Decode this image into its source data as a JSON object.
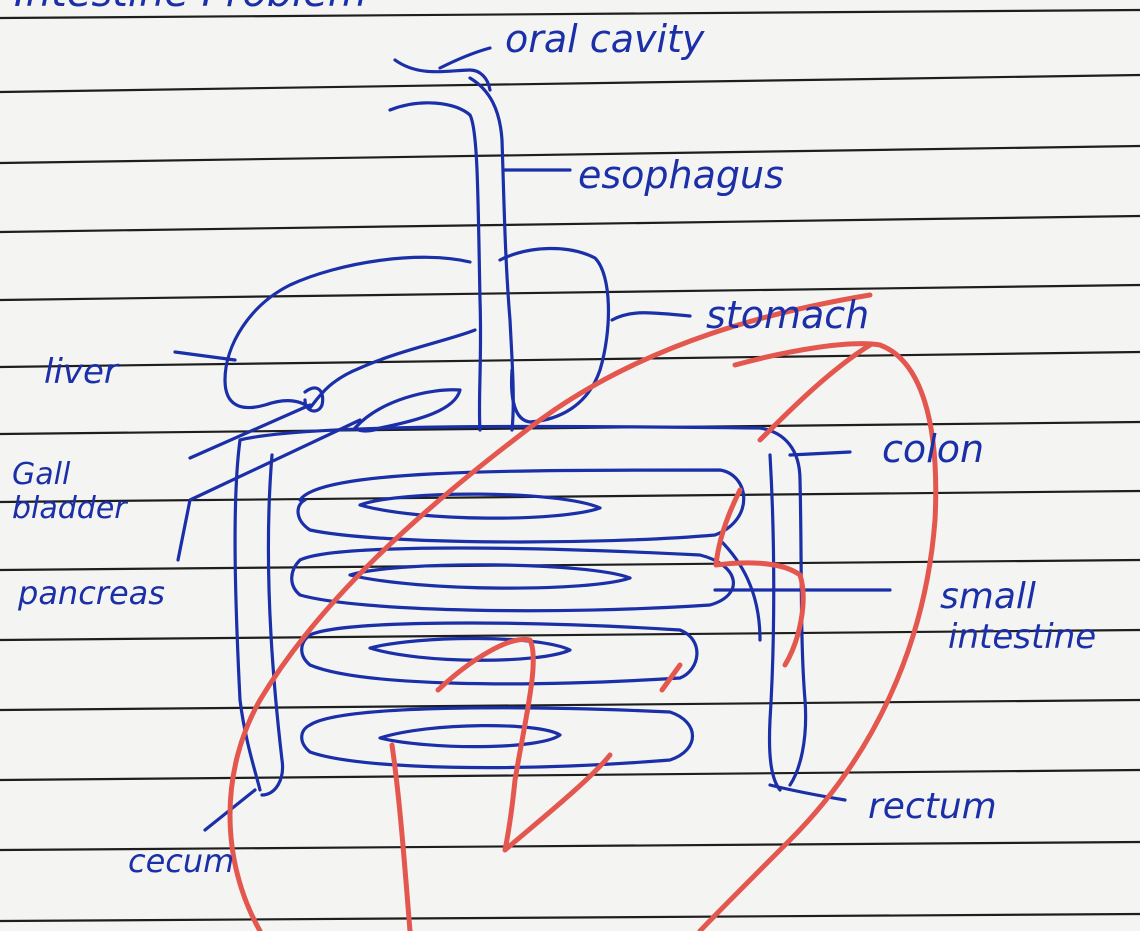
{
  "header": {
    "text": "Intestine Problem"
  },
  "labels": {
    "oral_cavity": "oral cavity",
    "esophagus": "esophagus",
    "stomach": "stomach",
    "liver": "liver",
    "gall_bladder_line1": "Gall",
    "gall_bladder_line2": "bladder",
    "pancreas": "pancreas",
    "colon": "colon",
    "small_intestine_line1": "small",
    "small_intestine_line2": "intestine",
    "rectum": "rectum",
    "cecum": "cecum"
  },
  "colors": {
    "paper": "#f4f4f2",
    "rule_line": "#1e1e1e",
    "ink": "#1a2fa8",
    "annotation": "#e4574f"
  }
}
